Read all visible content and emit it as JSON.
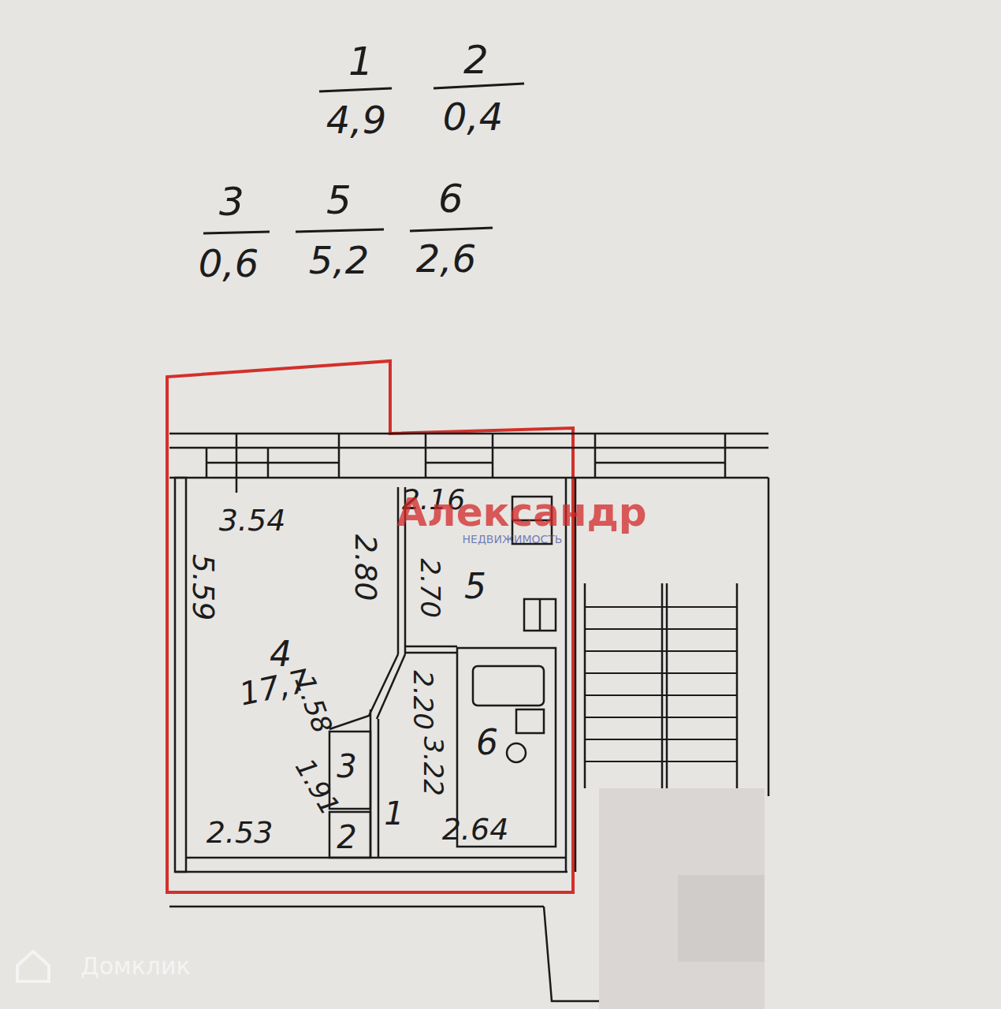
{
  "diagram": {
    "nodes": [
      {
        "text": [
          "4",
          "17,7"
        ]
      },
      {
        "text": [
          "5"
        ]
      },
      {
        "text": [
          "6"
        ]
      },
      {
        "text": [
          "1"
        ]
      },
      {
        "text": [
          "3"
        ]
      },
      {
        "text": [
          "2"
        ]
      }
    ],
    "labels": [
      "1",
      "4,9",
      "2",
      "0,4",
      "3",
      "0,6",
      "5",
      "5,2",
      "6",
      "2,6",
      "3.54",
      "2.16",
      "5.59",
      "2.80",
      "2.70",
      "1.58",
      "1.91",
      "2.20",
      "3.22",
      "2.53",
      "2.64",
      "Александр",
      "НЕДВИЖИМОСТЬ",
      "Домклик"
    ]
  }
}
